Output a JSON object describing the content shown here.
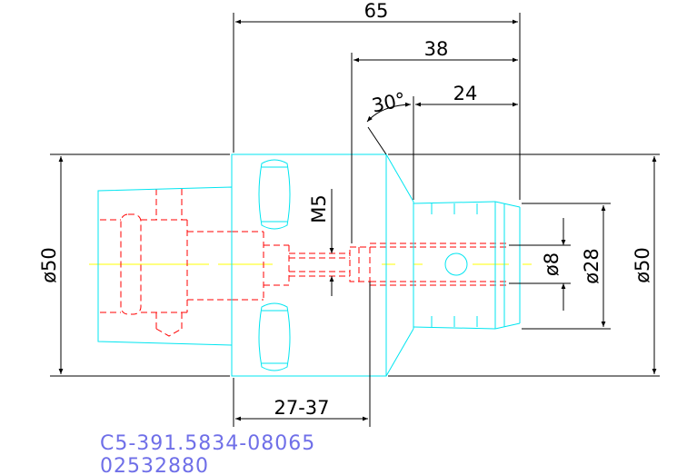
{
  "colors": {
    "background": "#ffffff",
    "dimension": "#000000",
    "outline": "#00e5f0",
    "hidden": "#ff0000",
    "centerline": "#ffff00",
    "part_number": "#6f6fe8"
  },
  "dimensions": {
    "total_length": "65",
    "length_38": "38",
    "length_24": "24",
    "chamfer_angle": "30°",
    "thread": "M5",
    "diameter_8": "ø8",
    "diameter_28": "ø28",
    "diameter_50_right": "ø50",
    "diameter_50_left": "ø50",
    "gauge_range": "27-37"
  },
  "part": {
    "number": "C5-391.5834-08065",
    "code": "02532880"
  }
}
